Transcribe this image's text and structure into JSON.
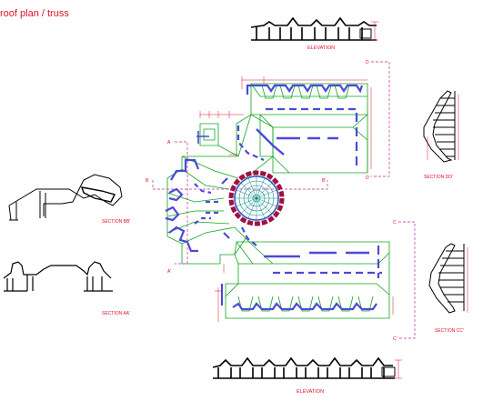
{
  "title": "roof plan / truss",
  "labels": {
    "elevation_top": "ELEVATION",
    "elevation_bottom": "ELEVATION",
    "section_bb": "SECTION BB'",
    "section_aa": "SECTION AA'",
    "section_dd": "SECTION DD'",
    "section_cc": "SECTION CC'",
    "cut_a": "A",
    "cut_a2": "A'",
    "cut_b": "B",
    "cut_b2": "B'",
    "cut_c": "C",
    "cut_c2": "C'",
    "cut_d": "D",
    "cut_d2": "D'"
  },
  "colors": {
    "outline": "#000000",
    "dimension": "#e0102a",
    "roof_lines": "#11a51c",
    "beam_dashes": "#4a4ad6",
    "dome": "#a0103f",
    "dome_grid": "#0a8a8a",
    "section_line": "#c02aa0"
  }
}
